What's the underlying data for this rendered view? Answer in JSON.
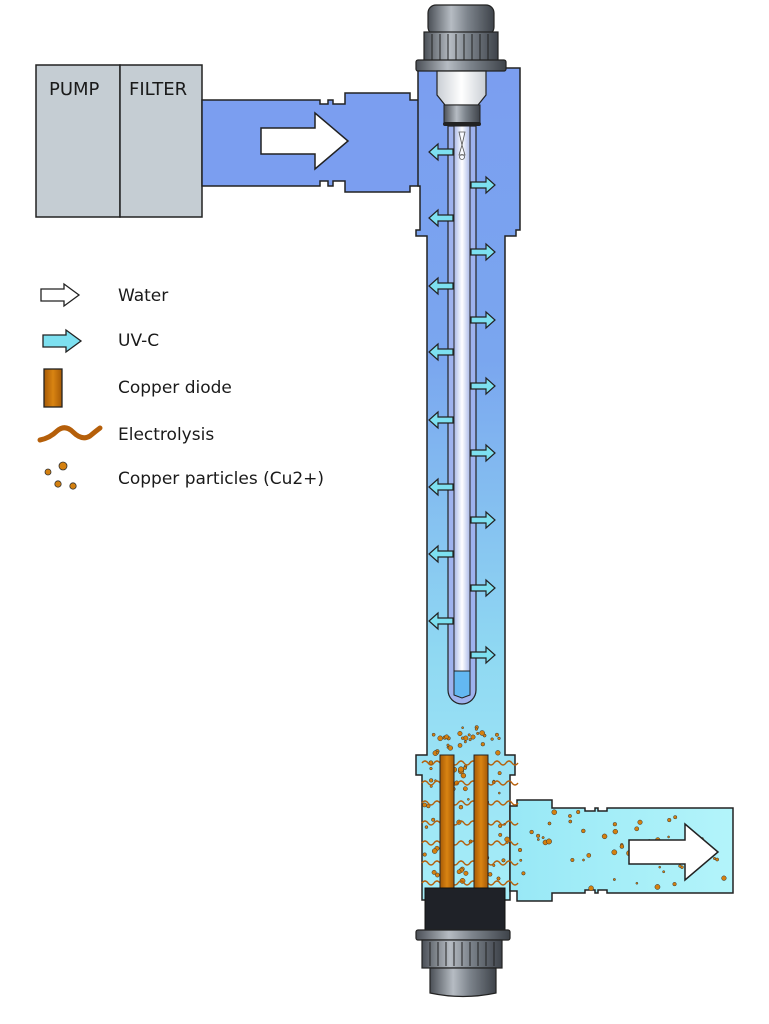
{
  "diagram": {
    "title": "UV-C and copper ionization water treatment system",
    "boxes": [
      {
        "id": "pump",
        "label": "PUMP"
      },
      {
        "id": "filter",
        "label": "FILTER"
      }
    ],
    "flow": {
      "inlet": "Water in from filter (white arrow)",
      "outlet": "Water out with copper particles (white arrow)"
    },
    "legend": [
      {
        "icon": "water-arrow-icon",
        "label": "Water"
      },
      {
        "icon": "uvc-arrow-icon",
        "label": "UV-C"
      },
      {
        "icon": "copper-diode-icon",
        "label": "Copper diode"
      },
      {
        "icon": "electrolysis-wave-icon",
        "label": "Electrolysis"
      },
      {
        "icon": "copper-particles-icon",
        "label": "Copper particles (Cu2+)"
      }
    ],
    "colors": {
      "water_inlet": "#7b9ef0",
      "water_outlet": "#a8f0f8",
      "uvc": "#7de0f0",
      "copper": "#c36e0b",
      "box": "#c5cdd3",
      "cap": "#5a6068"
    }
  }
}
